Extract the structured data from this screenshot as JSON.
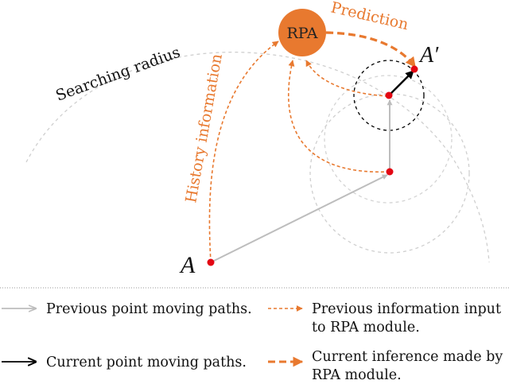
{
  "diagram": {
    "rpa_label": "RPA",
    "prediction_label": "Prediction",
    "history_label": "History information",
    "searching_radius_label": "Searching radius",
    "point_a_label": "A",
    "point_a_prime_label": "A′"
  },
  "legend": {
    "items": [
      {
        "lines": [
          "Previous point moving paths."
        ]
      },
      {
        "lines": [
          "Previous information input",
          "to RPA module."
        ]
      },
      {
        "lines": [
          "Current point moving paths."
        ]
      },
      {
        "lines": [
          "Current inference made by",
          "RPA module."
        ]
      }
    ]
  },
  "colors": {
    "orange": "#e8792f",
    "gray_path": "#bdbdbd",
    "gray_circle": "#cfcfcf",
    "point_red": "#e30613",
    "black": "#000000"
  },
  "icons": {
    "gray-arrow": "gray solid arrow",
    "black-arrow": "black solid arrow",
    "orange-dashed-arrow": "thin orange dashed arrow",
    "orange-bold-dashed-arrow": "bold orange dashed arrow"
  }
}
